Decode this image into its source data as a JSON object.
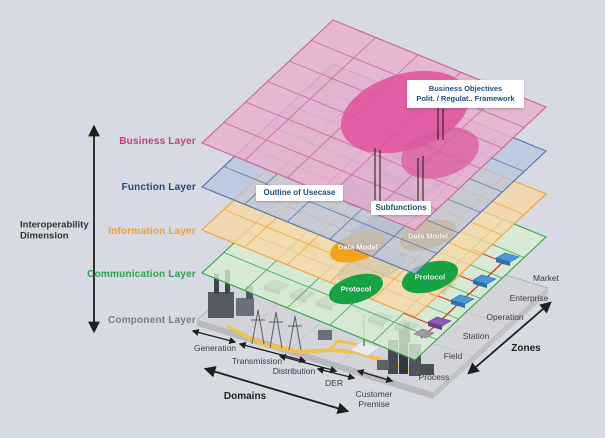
{
  "layers": {
    "business": {
      "label": "Business Layer",
      "color": "#c0407e"
    },
    "function": {
      "label": "Function Layer",
      "color": "#1f4a7d"
    },
    "information": {
      "label": "Information Layer",
      "color": "#f49c2d"
    },
    "communication": {
      "label": "Communication Layer",
      "color": "#2aa14c"
    },
    "component": {
      "label": "Component Layer",
      "color": "#7c7c82"
    }
  },
  "axes": {
    "interoperability": "Interoperability\nDimension",
    "zones": "Zones",
    "domains": "Domains"
  },
  "zones": [
    "Market",
    "Enterprise",
    "Operation",
    "Station",
    "Field",
    "Process"
  ],
  "domains": [
    "Generation",
    "Transmission",
    "Distribution",
    "DER",
    "Customer\nPremise"
  ],
  "annotations": {
    "business_objectives": "Business Objectives\nPolit. / Regulat.. Framework",
    "outline_of_usecase": "Outline of Usecase",
    "subfunctions": "Subfunctions",
    "data_model": "Data Model",
    "protocol": "Protocol"
  },
  "colors": {
    "background": "#d7dae3",
    "business_fill": "#e8b0cd",
    "business_stroke": "#c8639c",
    "business_ellipse": "#e1519b",
    "function_fill": "#b5c4e0",
    "function_stroke": "#5273a8",
    "function_ellipse": "#7e9ac6",
    "information_fill": "#f9d7a4",
    "information_stroke": "#eea33b",
    "information_ellipse": "#f5a21d",
    "communication_fill": "#d8eed2",
    "communication_stroke": "#36a24c",
    "communication_ellipse": "#17a344",
    "platform_fill": "#d3d4da",
    "connection_red": "#d53832",
    "power_yellow": "#f0c24a",
    "device_blue": "#4a97d8",
    "device_purple": "#8e5bb5",
    "annotation_text": "#1f4e79"
  }
}
